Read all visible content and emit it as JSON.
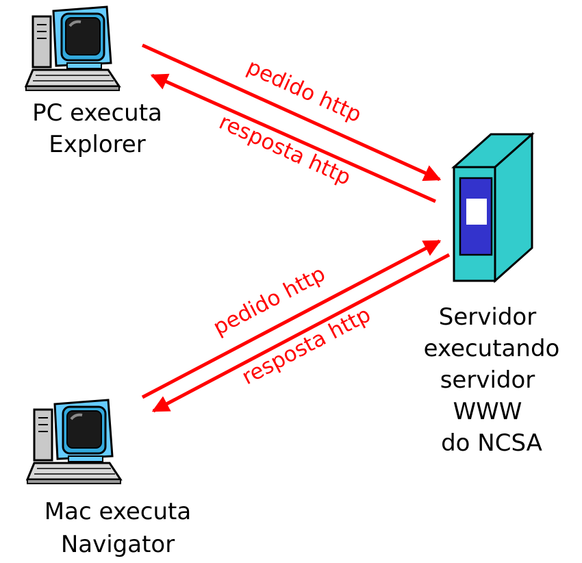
{
  "colors": {
    "arrow": "#ff0000",
    "server_body": "#33cccc",
    "server_panel": "#3333cc",
    "monitor_frame": "#66ccff",
    "screen": "#1a1a1a"
  },
  "clients": {
    "pc": {
      "line1": "PC executa",
      "line2": "Explorer",
      "icon": "desktop-computer-icon"
    },
    "mac": {
      "line1": "Mac executa",
      "line2": "Navigator",
      "icon": "desktop-computer-icon"
    }
  },
  "server": {
    "icon": "server-tower-icon",
    "lines": [
      "Servidor",
      "executando",
      "servidor",
      "WWW",
      "do NCSA"
    ]
  },
  "arrows": {
    "pc_request": "pedido http",
    "pc_response": "resposta http",
    "mac_request": "pedido http",
    "mac_response": "resposta http"
  }
}
